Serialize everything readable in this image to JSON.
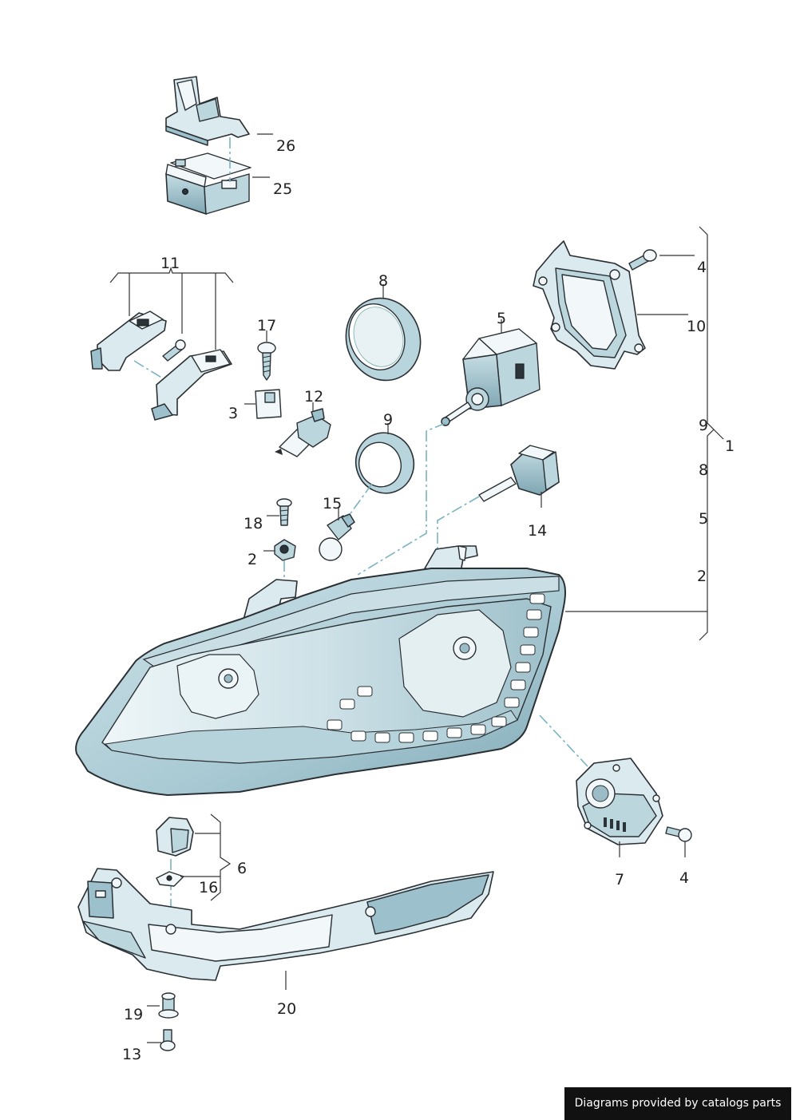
{
  "callouts": {
    "c26": "26",
    "c25": "25",
    "c11": "11",
    "c4a": "4",
    "c10": "10",
    "c8": "8",
    "c5": "5",
    "c17": "17",
    "c12": "12",
    "c3": "3",
    "c9": "9",
    "c15": "15",
    "c18": "18",
    "c2": "2",
    "c14": "14",
    "c1": "1",
    "c6": "6",
    "c16": "16",
    "c7": "7",
    "c4b": "4",
    "c19": "19",
    "c20": "20",
    "c13": "13"
  },
  "assembly_list": [
    "9",
    "8",
    "5",
    "2"
  ],
  "credit": "Diagrams provided by catalogs parts"
}
